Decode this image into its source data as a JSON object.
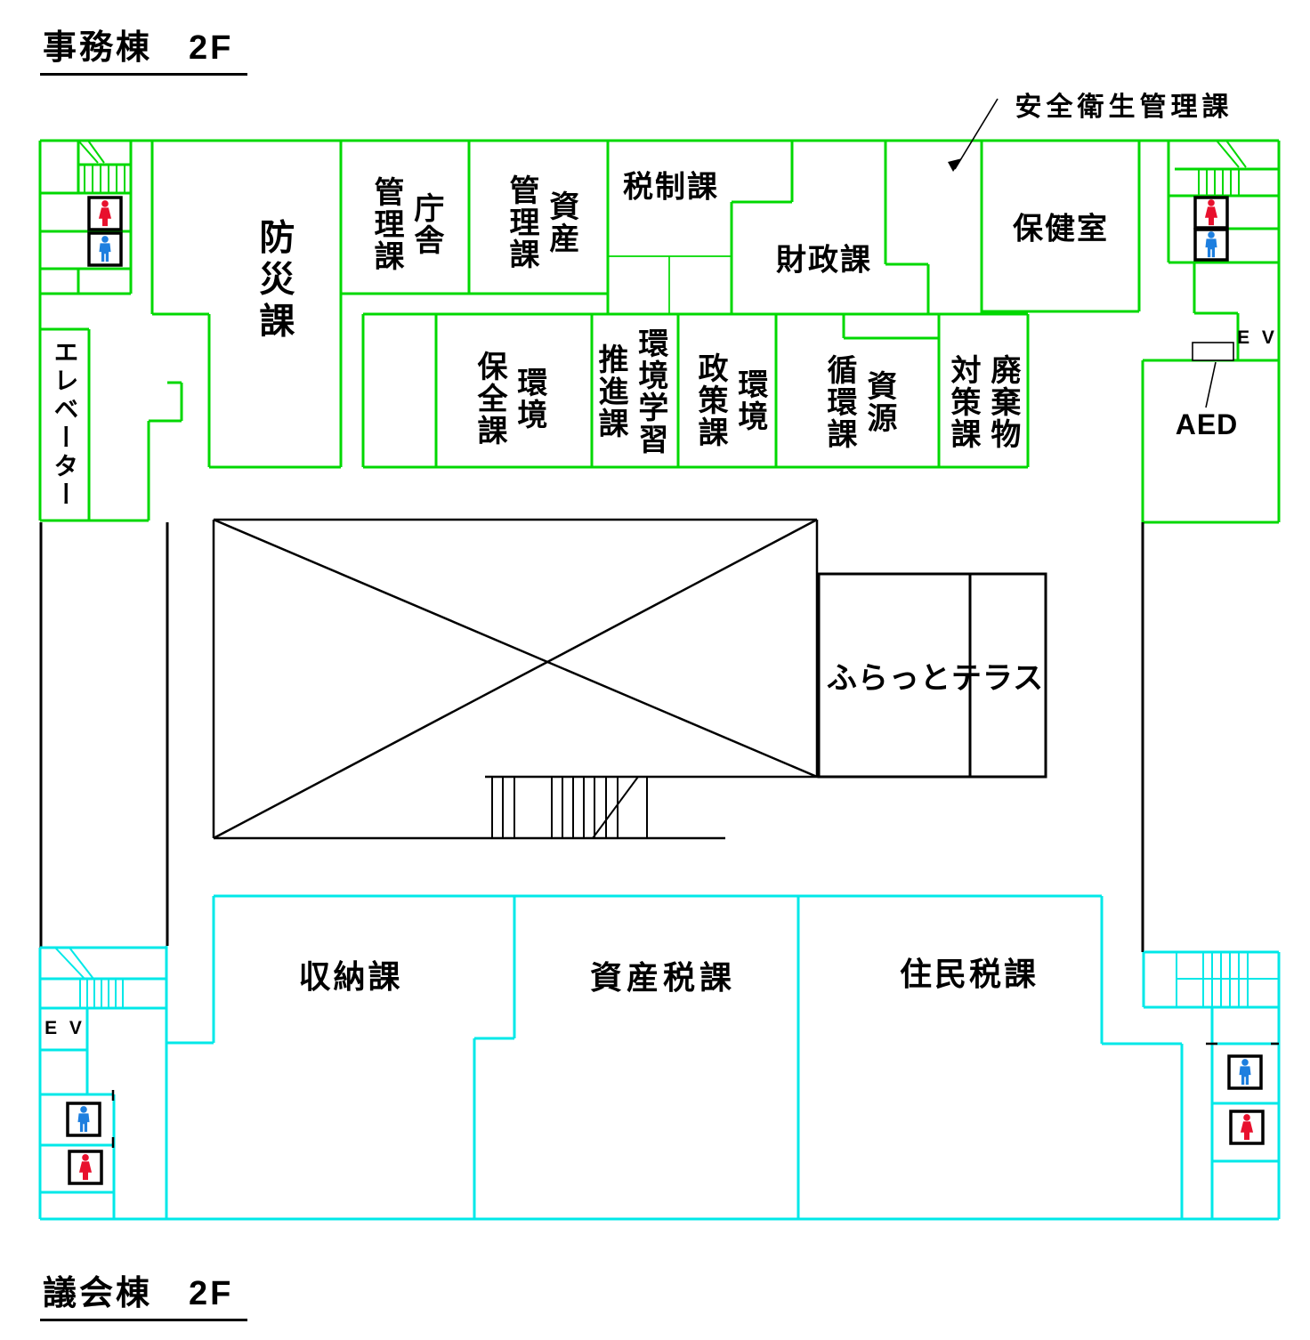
{
  "titles": {
    "office_wing": "事務棟　2F",
    "assembly_wing": "議会棟　2F"
  },
  "annotations": {
    "safety_management": "安全衛生管理課",
    "aed": "AED"
  },
  "rooms": {
    "bosaika": {
      "label": "防災課"
    },
    "chosha_kanrika": {
      "label": "庁舎\n管理課"
    },
    "shisan_kanrika": {
      "label": "資産\n管理課"
    },
    "zeiseika": {
      "label": "税制課"
    },
    "zaiseika": {
      "label": "財政課"
    },
    "hokenshitsu": {
      "label": "保健室"
    },
    "kankyo_hozenka": {
      "label": "環境\n保全課"
    },
    "kankyo_gakushu_suishinka": {
      "label": "環境学習\n推進課"
    },
    "kankyo_seisakuka": {
      "label": "環境\n政策課"
    },
    "shigen_junkanka": {
      "label": "資源\n循環課"
    },
    "haikibutsu_taisakuka": {
      "label": "廃棄物\n対策課"
    },
    "elevator": {
      "label": "エレベーター"
    },
    "ev_upper": {
      "label": "E V"
    },
    "flat_terrace": {
      "label": "ふらっとテラス"
    },
    "shunoka": {
      "label": "収納課"
    },
    "shisanzeika": {
      "label": "資産税課"
    },
    "juminzeika": {
      "label": "住民税課"
    },
    "ev_lower": {
      "label": "E V"
    }
  },
  "icons": {
    "female_restroom": "female-person-pictogram",
    "male_restroom": "male-person-pictogram",
    "stairs": "hatched-stairs-symbol",
    "atrium": "crossed-void-area"
  },
  "colors": {
    "office_wing_wall": "#00d800",
    "assembly_wing_wall": "#00e8e8",
    "black_wall": "#000000",
    "female_icon": "#e8102d",
    "male_icon": "#1e7fdf"
  }
}
